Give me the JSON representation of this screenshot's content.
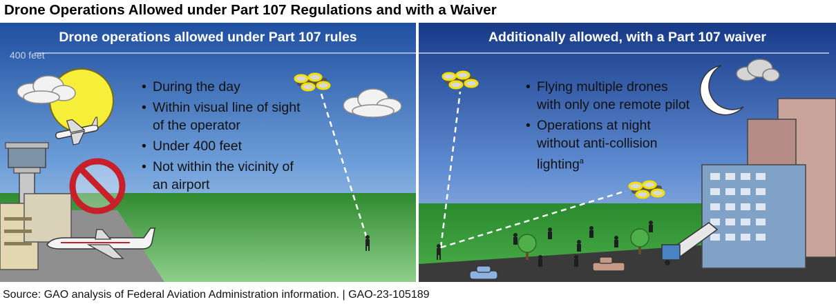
{
  "title": "Drone Operations Allowed under Part 107 Regulations and with a Waiver",
  "left_panel": {
    "heading": "Drone operations allowed under Part 107 rules",
    "altitude_label": "400 feet",
    "bullets": [
      "During the day",
      "Within visual line of sight of the operator",
      "Under 400 feet",
      "Not within the vicinity of an airport"
    ]
  },
  "right_panel": {
    "heading": "Additionally allowed, with a Part 107 waiver",
    "bullets": [
      "Flying multiple drones with only one remote pilot",
      "Operations at night without anti-collision lighting"
    ],
    "footnote_marker": "a"
  },
  "bullet_glyph": "•",
  "source": "Source: GAO analysis of Federal Aviation Administration information.  |  GAO-23-105189",
  "colors": {
    "day_sky_top": "#1f4fa0",
    "day_sky_bottom": "#bcd6f1",
    "night_sky_top": "#173a88",
    "night_sky_bottom": "#a9c6ec",
    "grass": "#3f9e3a",
    "sun": "#f7ee3a",
    "prohibition_red": "#c8202a"
  }
}
